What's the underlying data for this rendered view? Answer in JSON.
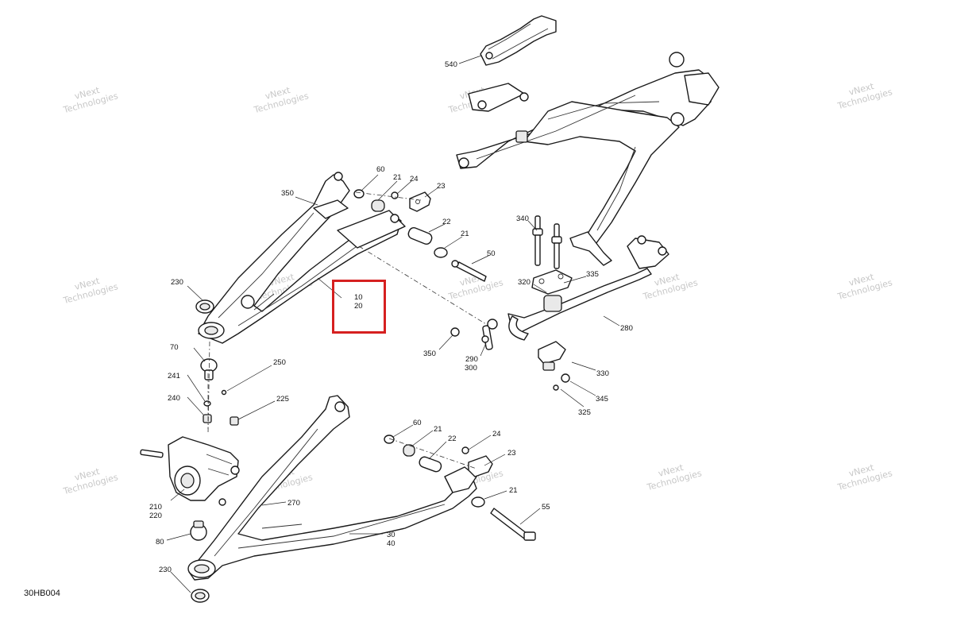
{
  "watermark": {
    "line1": "vNext",
    "line2": "Technologies"
  },
  "reference_code": "30HB004",
  "highlight_color": "#d62020",
  "callouts": {
    "c540": "540",
    "c60a": "60",
    "c21a": "21",
    "c24a": "24",
    "c23a": "23",
    "c350a": "350",
    "c22a": "22",
    "c21b": "21",
    "c50": "50",
    "c340": "340",
    "c335": "335",
    "c320": "320",
    "c280": "280",
    "c230a": "230",
    "c10": "10",
    "c20": "20",
    "c350b": "350",
    "c290": "290",
    "c300": "300",
    "c330": "330",
    "c345": "345",
    "c325": "325",
    "c70": "70",
    "c250": "250",
    "c241": "241",
    "c240": "240",
    "c225": "225",
    "c60b": "60",
    "c21c": "21",
    "c22b": "22",
    "c24b": "24",
    "c23b": "23",
    "c21d": "21",
    "c270": "270",
    "c55": "55",
    "c210": "210",
    "c220": "220",
    "c80": "80",
    "c30": "30",
    "c40": "40",
    "c230b": "230"
  }
}
